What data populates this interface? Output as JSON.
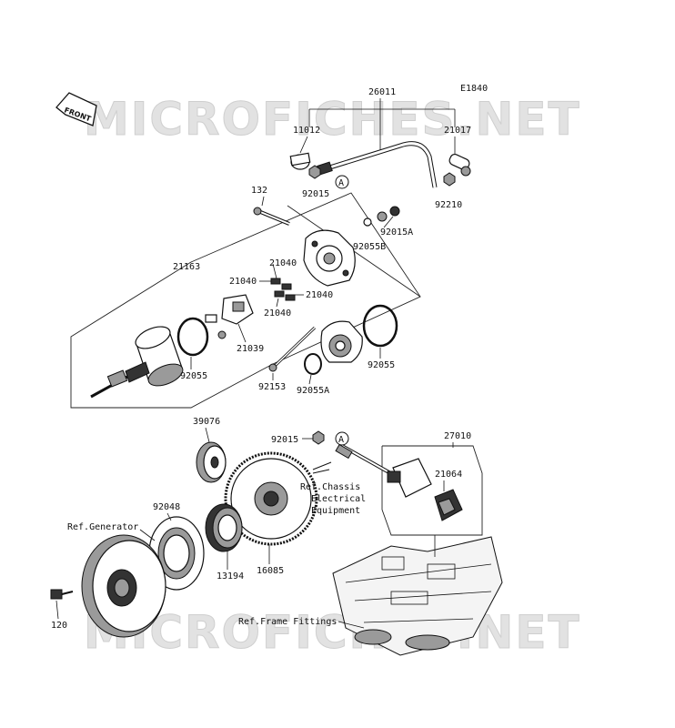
{
  "diagram_code": "E1840",
  "watermark": "MICROFICHES.NET",
  "front_arrow_label": "FRONT",
  "callout_marker": "A",
  "parts": {
    "p26011": "26011",
    "p11012": "11012",
    "p21017": "21017",
    "p92015_top": "92015",
    "p92210": "92210",
    "p132": "132",
    "p92015A": "92015A",
    "p92055B": "92055B",
    "p21163": "21163",
    "p21040_a": "21040",
    "p21040_b": "21040",
    "p21040_c": "21040",
    "p21040_d": "21040",
    "p21039": "21039",
    "p92055_left": "92055",
    "p92055_right": "92055",
    "p92153": "92153",
    "p92055A": "92055A",
    "p39076": "39076",
    "p92015_mid": "92015",
    "p27010": "27010",
    "p21064": "21064",
    "p92048": "92048",
    "p13194": "13194",
    "p16085": "16085",
    "p120": "120"
  },
  "references": {
    "generator": "Ref.Generator",
    "chassis_line1": "Ref.Chassis",
    "chassis_line2": "Electrical",
    "chassis_line3": "Equipment",
    "frame": "Ref.Frame Fittings"
  }
}
